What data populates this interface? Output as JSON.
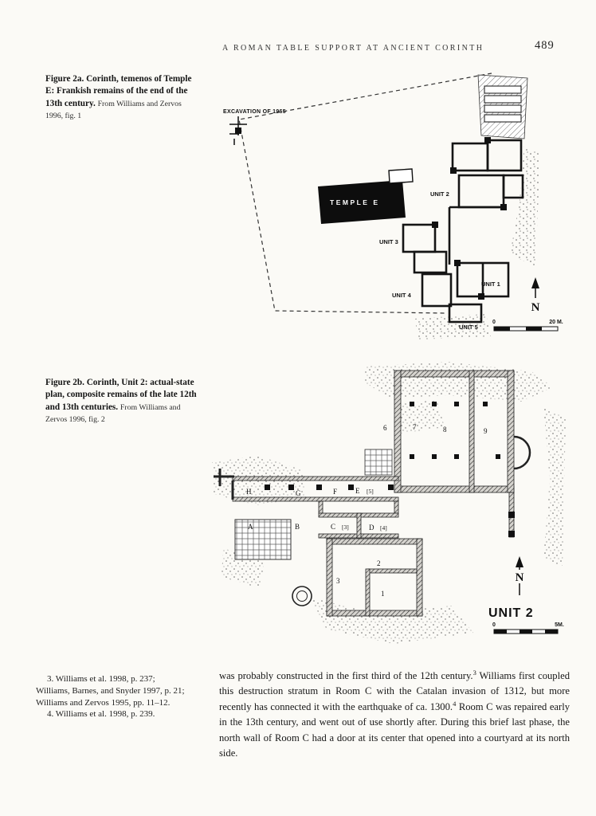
{
  "header": {
    "running_title": "A ROMAN TABLE SUPPORT AT ANCIENT CORINTH",
    "page_number": "489"
  },
  "figure2a": {
    "caption": "Figure 2a. Corinth, temenos of Temple E: Frankish remains of the end of the 13th century.",
    "caption_source": "From Williams and Zervos 1996, fig. 1",
    "plan": {
      "excavation_label": "EXCAVATION OF 1965",
      "temple_label": "TEMPLE E",
      "unit1": "UNIT 1",
      "unit2": "UNIT 2",
      "unit3": "UNIT 3",
      "unit4": "UNIT 4",
      "unit5": "UNIT 5",
      "north": "N",
      "scale_zero": "0",
      "scale_end": "20 M."
    }
  },
  "figure2b": {
    "caption": "Figure 2b. Corinth, Unit 2: actual-state plan, composite remains of the late 12th and 13th centuries.",
    "caption_source": "From Williams and Zervos 1996, fig. 2",
    "plan": {
      "unit_title": "UNIT 2",
      "north": "N",
      "room_numbers": {
        "n1": "1",
        "n2": "2",
        "n3": "3",
        "n6": "6",
        "n7": "7",
        "n8": "8",
        "n9": "9"
      },
      "room_letters": {
        "A": "A",
        "B": "B",
        "C": "C",
        "D": "D",
        "E": "E",
        "F": "F",
        "G": "G",
        "H": "H"
      },
      "bracket_labels": {
        "b3": "[3]",
        "b4": "[4]",
        "b5": "[5]"
      },
      "scale_zero": "0",
      "scale_end": "5M."
    }
  },
  "footnotes": {
    "note3": "3. Williams et al. 1998, p. 237; Williams, Barnes, and Snyder 1997, p. 21; Williams and Zervos 1995, pp. 11–12.",
    "note4": "4. Williams et al. 1998, p. 239."
  },
  "body": {
    "seg1": "was probably constructed in the first third of the 12th century.",
    "ref3": "3",
    "seg2": " Williams first coupled this destruction stratum in Room C with the Catalan invasion of 1312, but more recently has connected it with the earthquake of ca. 1300.",
    "ref4": "4",
    "seg3": " Room C was repaired early in the 13th century, and went out of use shortly after. During this brief last phase, the north wall of Room C had a door at its center that opened into a courtyard at its north side."
  }
}
